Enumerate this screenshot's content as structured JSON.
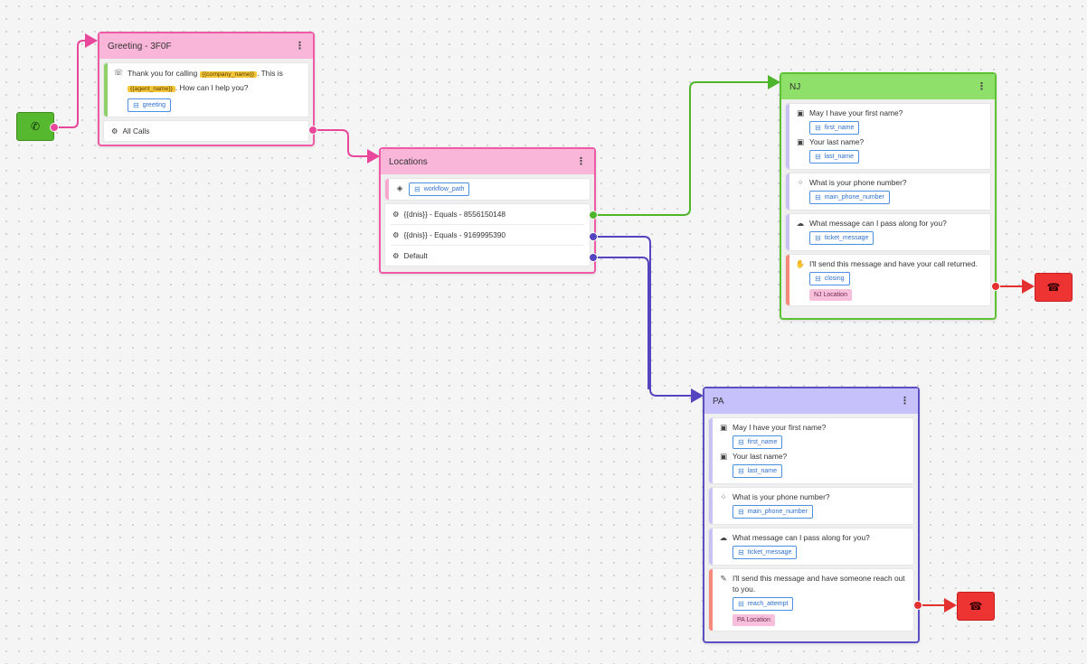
{
  "colors": {
    "pink_border": "#ee5aa6",
    "pink_header": "#f9b6d8",
    "green_border": "#5cc232",
    "green_header": "#8fe06a",
    "purple_border": "#5b4fc4",
    "purple_header": "#c7c1fb",
    "wire_pink": "#e8479b",
    "wire_green": "#4fb52a",
    "wire_purple": "#5544c0",
    "wire_red": "#e53030",
    "chip_blue": "#2c6fd1",
    "var_yellow": "#f3c63a"
  },
  "start": {
    "icon": "phone-icon",
    "glyph": "✆"
  },
  "greeting": {
    "title": "Greeting - 3F0F",
    "menu": "⋮",
    "message_parts": [
      "Thank you for calling ",
      "{{company_name}}",
      ". This is ",
      "{{agent_name}}",
      ". How can I help you?"
    ],
    "chip": "greeting",
    "route": "All Calls"
  },
  "locations": {
    "title": "Locations",
    "menu": "⋮",
    "chip": "workflow_path",
    "conditions": [
      "{{dnis}} - Equals - 8556150148",
      "{{dnis}} - Equals - 9169995390",
      "Default"
    ]
  },
  "nj": {
    "title": "NJ",
    "menu": "⋮",
    "q_first": "May I have your first name?",
    "chip_first": "first_name",
    "q_last": "Your last name?",
    "chip_last": "last_name",
    "q_phone": "What is your phone number?",
    "chip_phone": "main_phone_number",
    "q_message": "What message can I pass along for you?",
    "chip_message": "ticket_message",
    "closing": "I'll send this message and have your call returned.",
    "chip_closing": "closing",
    "tag": "NJ Location"
  },
  "pa": {
    "title": "PA",
    "menu": "⋮",
    "q_first": "May I have your first name?",
    "chip_first": "first_name",
    "q_last": "Your last name?",
    "chip_last": "last_name",
    "q_phone": "What is your phone number?",
    "chip_phone": "main_phone_number",
    "q_message": "What message can I pass along for you?",
    "chip_message": "ticket_message",
    "closing": "I'll send this message and have someone reach out to you.",
    "chip_closing": "reach_attempt",
    "tag": "PA Location"
  },
  "hangup": {
    "icon": "hangup-icon",
    "glyph": "☎"
  }
}
